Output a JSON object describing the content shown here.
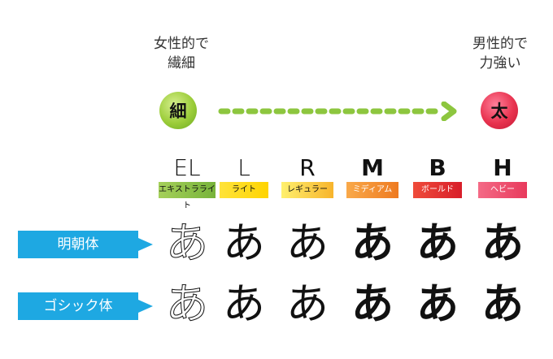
{
  "captions": {
    "left_line1": "女性的で",
    "left_line2": "繊細",
    "right_line1": "男性的で",
    "right_line2": "力強い"
  },
  "endpoints": {
    "thin_label": "細",
    "thick_label": "太",
    "thin_color": "#9ccd3a",
    "thick_color": "#e8334f",
    "arrow_color": "#8dc63f"
  },
  "weights": [
    {
      "abbr": "EL",
      "name": "エキストラライト",
      "color_from": "#a5d05a",
      "color_to": "#77b33a"
    },
    {
      "abbr": "L",
      "name": "ライト",
      "color_from": "#ffe33a",
      "color_to": "#ffd400"
    },
    {
      "abbr": "R",
      "name": "レギュラー",
      "color_from": "#fff06e",
      "color_to": "#f7b42c"
    },
    {
      "abbr": "M",
      "name": "ミディアム",
      "color_from": "#f9a94a",
      "color_to": "#ee7a20"
    },
    {
      "abbr": "B",
      "name": "ボールド",
      "color_from": "#ef4b3a",
      "color_to": "#d81e2a"
    },
    {
      "abbr": "H",
      "name": "ヘビー",
      "color_from": "#f46a86",
      "color_to": "#e83a5c"
    }
  ],
  "rows": [
    {
      "label": "明朝体",
      "glyph": "あ",
      "style": "mincho"
    },
    {
      "label": "ゴシック体",
      "glyph": "あ",
      "style": "gothic"
    }
  ],
  "row_label_color": "#1ea8e2"
}
